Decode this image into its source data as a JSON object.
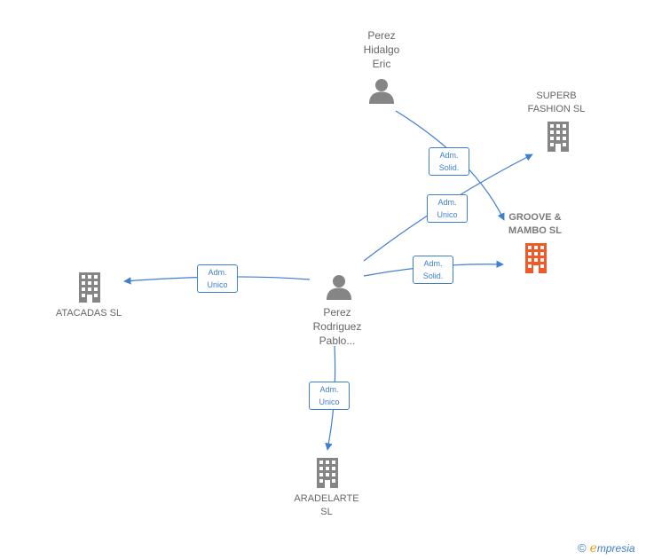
{
  "colors": {
    "edge": "#3d7fd1",
    "node": "#858585",
    "highlight": "#f05a28"
  },
  "nodes": {
    "perez_hidalgo": {
      "lines": [
        "Perez",
        "Hidalgo",
        "Eric"
      ],
      "icon": "person-icon"
    },
    "superb_fashion": {
      "lines": [
        "SUPERB",
        "FASHION SL"
      ],
      "icon": "building-icon"
    },
    "groove_mambo": {
      "lines": [
        "GROOVE &",
        "MAMBO  SL"
      ],
      "icon": "building-icon"
    },
    "atacadas": {
      "lines": [
        "ATACADAS  SL"
      ],
      "icon": "building-icon"
    },
    "perez_rodriguez": {
      "lines": [
        "Perez",
        "Rodriguez",
        "Pablo..."
      ],
      "icon": "person-icon"
    },
    "aradelarte": {
      "lines": [
        "ARADELARTE",
        "SL"
      ],
      "icon": "building-icon"
    }
  },
  "edges": {
    "hidalgo_groove": {
      "lines": [
        "Adm.",
        "Solid."
      ]
    },
    "rodriguez_superb": {
      "lines": [
        "Adm.",
        "Unico"
      ]
    },
    "rodriguez_groove": {
      "lines": [
        "Adm.",
        "Solid."
      ]
    },
    "rodriguez_atacadas": {
      "lines": [
        "Adm.",
        "Unico"
      ]
    },
    "rodriguez_aradelarte": {
      "lines": [
        "Adm.",
        "Unico"
      ]
    }
  },
  "brand": {
    "copyright": "©",
    "initial": "e",
    "rest": "mpresia"
  }
}
